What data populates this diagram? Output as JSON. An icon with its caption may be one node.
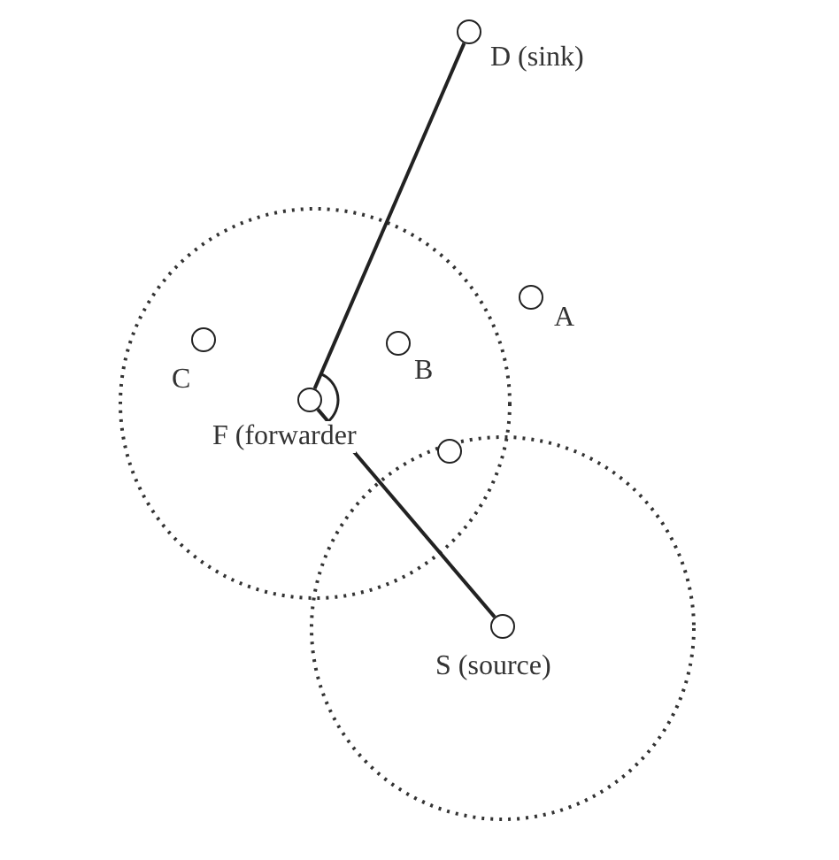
{
  "diagram": {
    "nodes": [
      {
        "text": [],
        "shape": "circle",
        "beside": [
          "D (sink)"
        ]
      },
      {
        "text": [],
        "shape": "circle",
        "beside": [
          "A"
        ]
      },
      {
        "text": [],
        "shape": "circle",
        "beside": [
          "C"
        ]
      },
      {
        "text": [],
        "shape": "circle",
        "beside": [
          "B"
        ]
      },
      {
        "text": [],
        "shape": "circle",
        "beside": [
          "F (forwarder"
        ]
      },
      {
        "text": [],
        "shape": "circle"
      },
      {
        "text": [],
        "shape": "circle",
        "beside": [
          "S (source)"
        ]
      }
    ],
    "edges": [
      {
        "from": 0,
        "to": 4,
        "arrow": "none"
      },
      {
        "from": 4,
        "to": 6,
        "arrow": "none"
      }
    ]
  }
}
